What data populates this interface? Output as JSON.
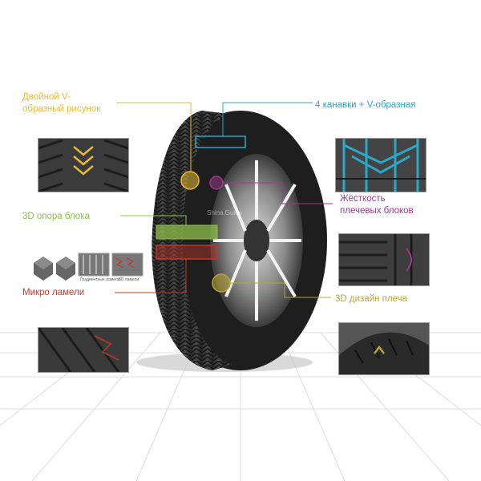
{
  "labels": {
    "double_v": "Двойной V-\nобразный рисунок",
    "grooves": "4 канавки + V-образная",
    "block_3d": "3D опора блока",
    "stiffness": "Жёсткость\nплечевых блоков",
    "micro_sipes": "Микро ламели",
    "shoulder_3d": "3D дизайн плеча",
    "caption_gradient": "Градиентные ламели",
    "caption_3d": "3D ламели",
    "watermark": "Shina.Guide"
  },
  "colors": {
    "yellow": "#e8b93a",
    "blue": "#2aa7c9",
    "green": "#8dbf4a",
    "purple": "#9b3a8f",
    "red": "#c0392b",
    "olive": "#b5a53a"
  }
}
